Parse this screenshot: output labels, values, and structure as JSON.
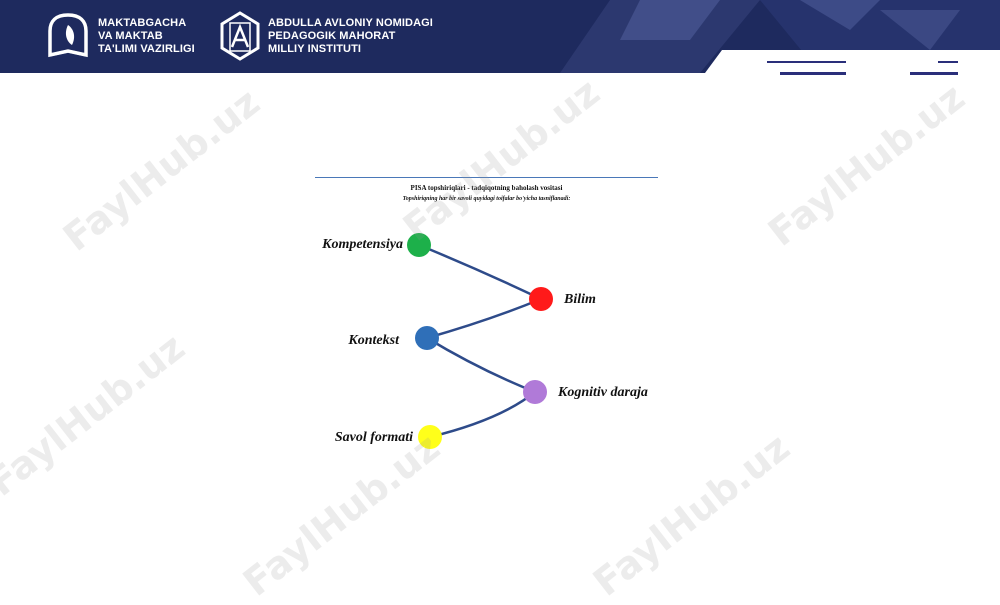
{
  "header": {
    "logo_left": {
      "name": "book-leaf-logo",
      "lines": [
        "MAKTABGACHA",
        "VA MAKTAB",
        "TA'LIMI VAZIRLIGI"
      ]
    },
    "logo_right": {
      "name": "hexagon-logo",
      "lines": [
        "ABDULLA AVLONIY NOMIDAGI",
        "PEDAGOGIK MAHORAT",
        "MILLIY INSTITUTI"
      ]
    },
    "colors": {
      "background": "#1e2a5e",
      "accent_lines": "#2a2f7a"
    }
  },
  "slide": {
    "subtitle": "PISA topshiriqlari - tadqiqotning baholash vositasi",
    "caption": "Topshiriqning har bir savoli quyidagi toifalar bo'yicha  tasniflanadi:"
  },
  "diagram": {
    "line_color": "#2e4b8a",
    "nodes": [
      {
        "label": "Kompetensiya",
        "color": "#1db04a"
      },
      {
        "label": "Bilim",
        "color": "#ff1a1a"
      },
      {
        "label": "Kontekst",
        "color": "#2f6fb8"
      },
      {
        "label": "Kognitiv daraja",
        "color": "#b07ad8"
      },
      {
        "label": "Savol formati",
        "color": "#ffff1a"
      }
    ]
  },
  "watermark": "FaylHub.uz"
}
